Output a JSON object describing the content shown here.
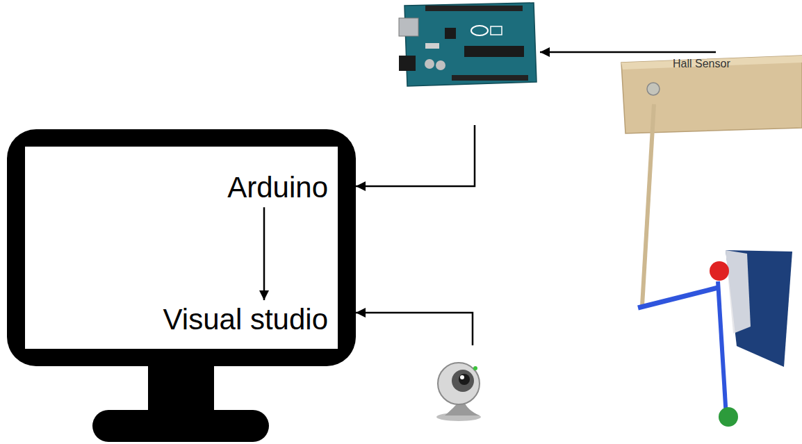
{
  "diagram": {
    "nodes": [
      {
        "text": [
          "Arduino"
        ]
      },
      {
        "text": [
          "Visual studio"
        ]
      }
    ],
    "edges": [
      {
        "from": 0,
        "to": 1,
        "arrow": "to"
      }
    ],
    "labels": [
      "Hall Sensor"
    ]
  }
}
